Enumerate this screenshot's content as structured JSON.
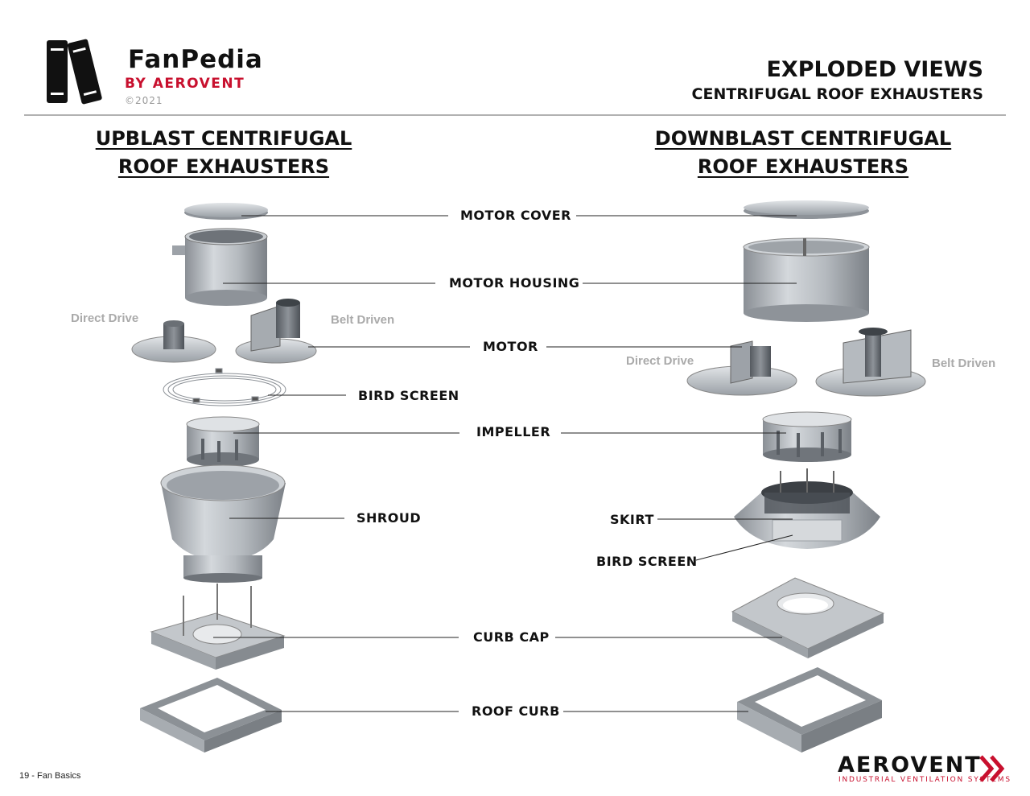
{
  "logo": {
    "title": "FanPedia",
    "subtitle": "by Aerovent",
    "copyright": "©2021"
  },
  "header": {
    "title": "EXPLODED VIEWS",
    "subtitle": "CENTRIFUGAL ROOF EXHAUSTERS"
  },
  "columns": {
    "left_title_line1": "UPBLAST CENTRIFUGAL",
    "left_title_line2": "ROOF EXHAUSTERS",
    "right_title_line1": "DOWNBLAST CENTRIFUGAL",
    "right_title_line2": "ROOF EXHAUSTERS"
  },
  "labels": {
    "motor_cover": "MOTOR COVER",
    "motor_housing": "MOTOR HOUSING",
    "motor": "MOTOR",
    "bird_screen_left": "BIRD SCREEN",
    "impeller": "IMPELLER",
    "shroud": "SHROUD",
    "skirt": "SKIRT",
    "bird_screen_right": "BIRD SCREEN",
    "curb_cap": "CURB CAP",
    "roof_curb": "ROOF CURB"
  },
  "drive_labels": {
    "left_direct": "Direct Drive",
    "left_belt": "Belt Driven",
    "right_direct": "Direct Drive",
    "right_belt": "Belt Driven"
  },
  "footer": {
    "page": "19 - Fan Basics"
  },
  "brand": {
    "name": "AEROVENT",
    "tagline": "Industrial Ventilation Systems",
    "accent_color": "#c8102e"
  }
}
